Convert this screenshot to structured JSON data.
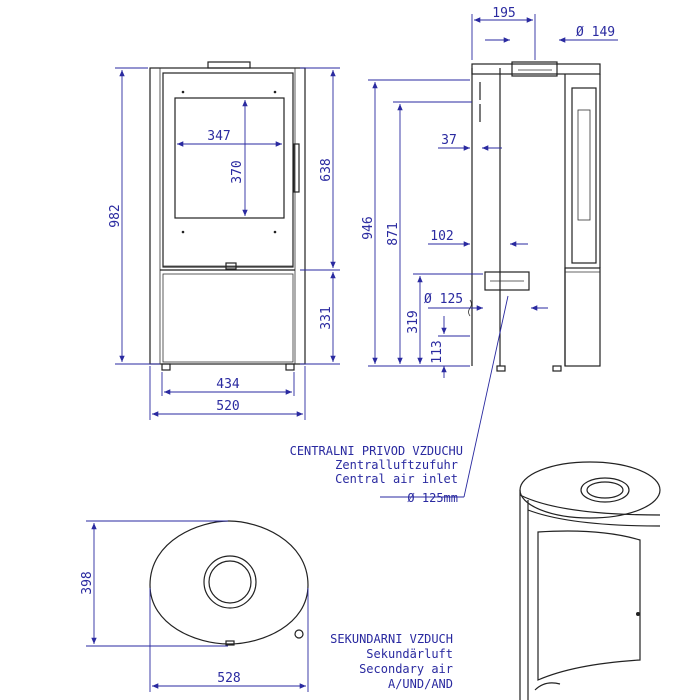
{
  "front_view": {
    "width_inner": "434",
    "width_total": "520",
    "height_total": "982",
    "door_height": "638",
    "lower_height": "331",
    "glass_width": "347",
    "glass_height": "370"
  },
  "side_view": {
    "depth_top": "195",
    "flue_diameter": "Ø 149",
    "offset_37": "37",
    "height_946": "946",
    "height_871": "871",
    "offset_102": "102",
    "inlet_diameter": "Ø 125",
    "height_319": "319",
    "height_113": "113"
  },
  "central_air_note": {
    "line1": "CENTRALNI PRIVOD VZDUCHU",
    "line2": "Zentralluftzufuhr",
    "line3": "Central air inlet",
    "line4": "Ø 125mm"
  },
  "top_view": {
    "depth": "398",
    "width": "528"
  },
  "secondary_air_note": {
    "line1": "SEKUNDARNI VZDUCH",
    "line2": "Sekundärluft",
    "line3": "Secondary air",
    "line4": "A/UND/AND"
  }
}
